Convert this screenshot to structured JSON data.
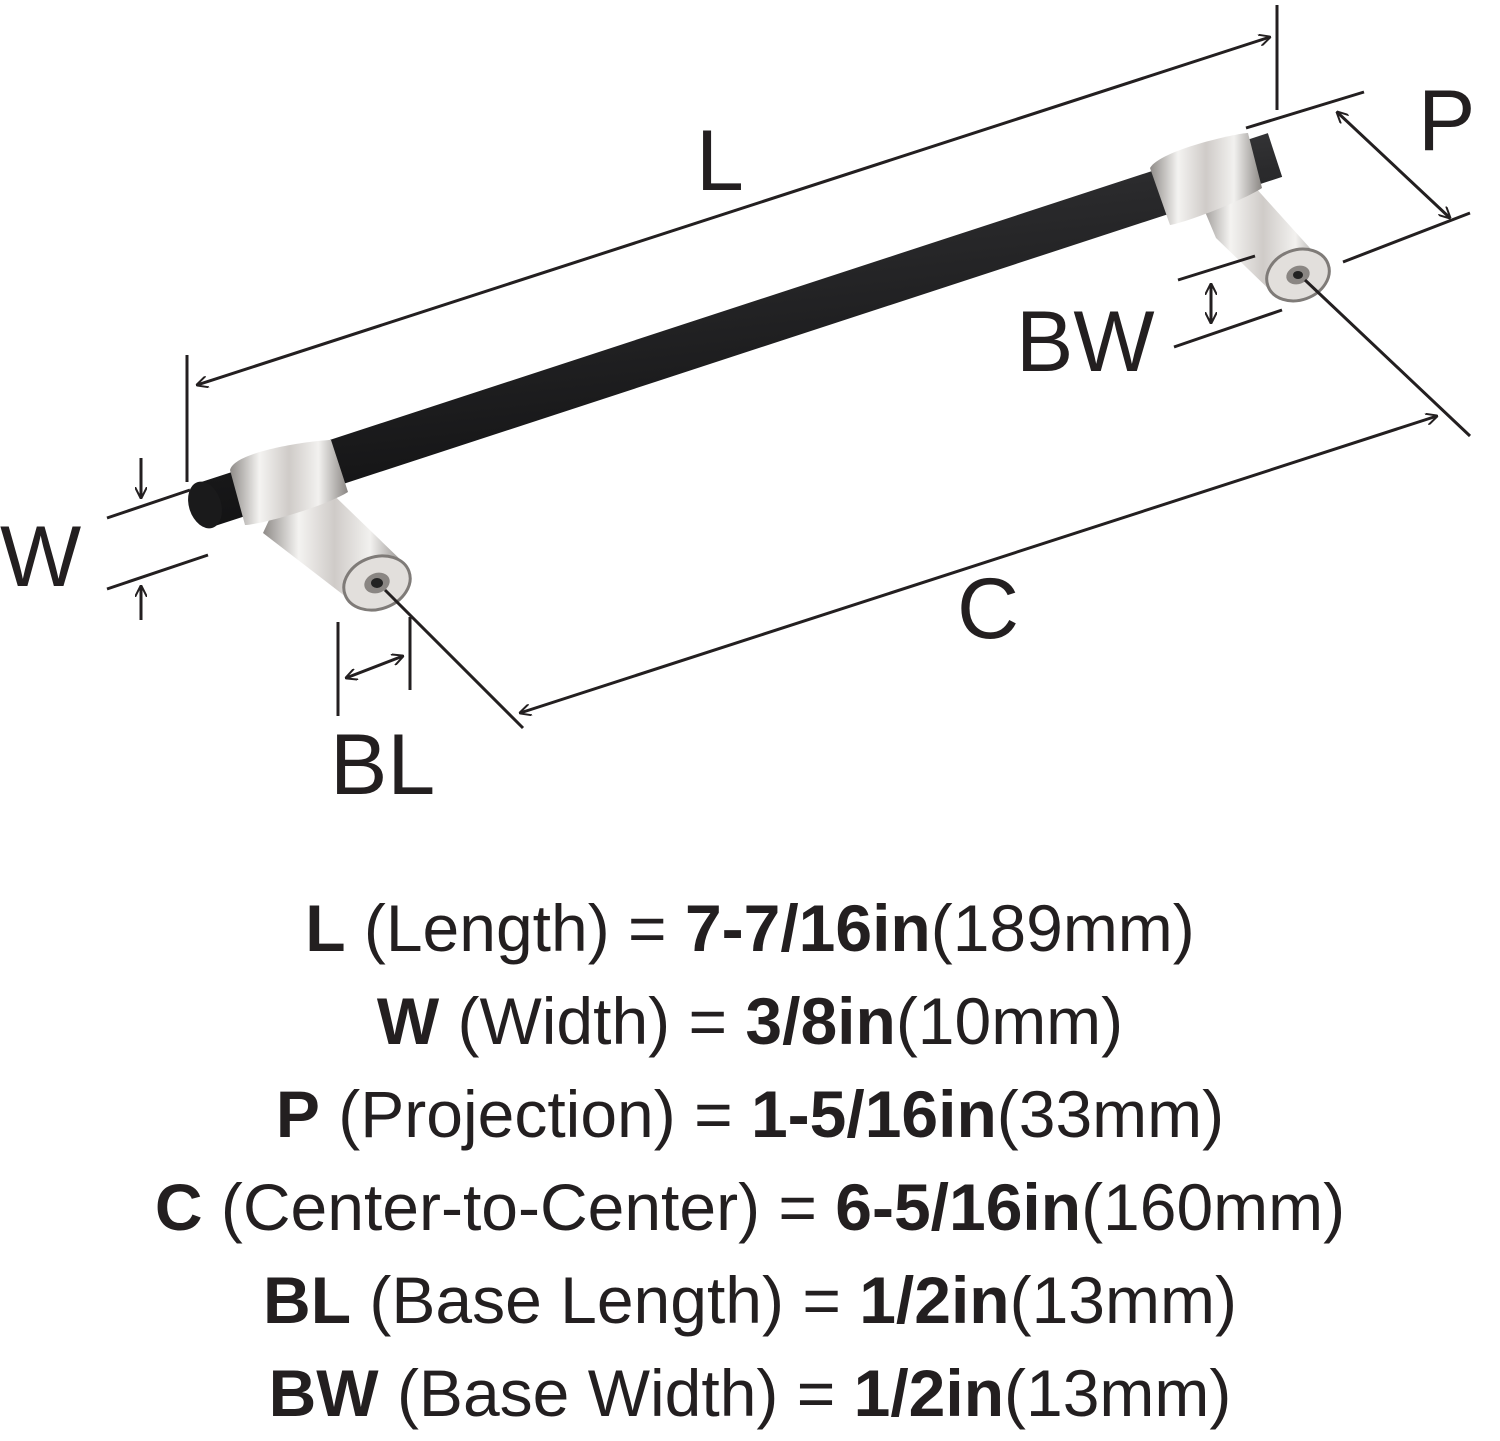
{
  "labels": {
    "L": "L",
    "P": "P",
    "BW": "BW",
    "W": "W",
    "C": "C",
    "BL": "BL"
  },
  "specs": [
    {
      "symbol": "L",
      "description": "(Length)",
      "equals": "=",
      "imperial": "7-7/16in",
      "metric": "(189mm)"
    },
    {
      "symbol": "W",
      "description": "(Width)",
      "equals": "=",
      "imperial": "3/8in",
      "metric": "(10mm)"
    },
    {
      "symbol": "P",
      "description": "(Projection)",
      "equals": "=",
      "imperial": "1-5/16in",
      "metric": "(33mm)"
    },
    {
      "symbol": "C",
      "description": "(Center-to-Center)",
      "equals": "=",
      "imperial": "6-5/16in",
      "metric": "(160mm)"
    },
    {
      "symbol": "BL",
      "description": "(Base Length)",
      "equals": "=",
      "imperial": "1/2in",
      "metric": "(13mm)"
    },
    {
      "symbol": "BW",
      "description": "(Base Width)",
      "equals": "=",
      "imperial": "1/2in",
      "metric": "(13mm)"
    }
  ],
  "colors": {
    "bar": "#1f1f21",
    "post": "#c9c5c2",
    "line": "#231f20"
  }
}
